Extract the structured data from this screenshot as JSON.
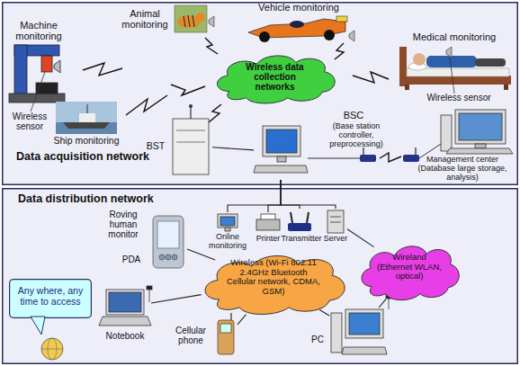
{
  "diagram": {
    "nodes": [
      {
        "text": [
          "Data acquisition network"
        ]
      },
      {
        "text": [
          "Machine monitoring"
        ],
        "in": 0
      },
      {
        "text": [
          "Animal monitoring"
        ],
        "in": 0
      },
      {
        "text": [
          "Vehicle monitoring"
        ],
        "in": 0
      },
      {
        "text": [
          "Medical monitoring"
        ],
        "in": 0
      },
      {
        "text": [
          "Wireless data collection networks"
        ],
        "in": 0
      },
      {
        "text": [
          "Ship monitoring"
        ],
        "in": 0
      },
      {
        "text": [
          "BST"
        ],
        "in": 0
      },
      {
        "text": [
          "BSC",
          "(Base station controller, preprocessing)"
        ],
        "in": 0
      },
      {
        "text": [
          "Management center (Database large storage, analysis)"
        ],
        "in": 0
      },
      {
        "text": [
          "Data distribution network"
        ]
      },
      {
        "text": [
          "Roving human monitor",
          "PDA"
        ],
        "in": 10
      },
      {
        "text": [
          "Online monitoring"
        ],
        "in": 10
      },
      {
        "text": [
          "Printer"
        ],
        "in": 10
      },
      {
        "text": [
          "Transmitter"
        ],
        "in": 10
      },
      {
        "text": [
          "Server"
        ],
        "in": 10
      },
      {
        "text": [
          "Wireless (Wi-Fi 802.11 2.4GHz Bluetooth Cellular network, CDMA, GSM)"
        ],
        "in": 10
      },
      {
        "text": [
          "Wireland (Ethernet WLAN, optical)"
        ],
        "in": 10
      },
      {
        "text": [
          "Any where, any time to access"
        ],
        "in": 10
      },
      {
        "text": [
          "Notebook"
        ],
        "in": 10
      },
      {
        "text": [
          "Cellular phone"
        ],
        "in": 10
      },
      {
        "text": [
          "PC"
        ],
        "in": 10
      }
    ],
    "edges": [
      {
        "from": 7,
        "to": 8,
        "arrow": "none"
      },
      {
        "from": 8,
        "to": 12,
        "arrow": "none"
      },
      {
        "from": 8,
        "to": 13,
        "arrow": "none"
      },
      {
        "from": 8,
        "to": 14,
        "arrow": "none"
      },
      {
        "from": 8,
        "to": 15,
        "arrow": "none"
      },
      {
        "from": 15,
        "to": 17,
        "arrow": "none"
      },
      {
        "from": 11,
        "to": 16,
        "arrow": "none"
      },
      {
        "from": 19,
        "to": 16,
        "arrow": "none"
      },
      {
        "from": 20,
        "to": 16,
        "arrow": "none"
      },
      {
        "from": 21,
        "to": 16,
        "arrow": "none"
      },
      {
        "from": 21,
        "to": 17,
        "arrow": "none"
      }
    ],
    "labels": [
      "Wireless sensor",
      "Wireless sensor"
    ]
  }
}
